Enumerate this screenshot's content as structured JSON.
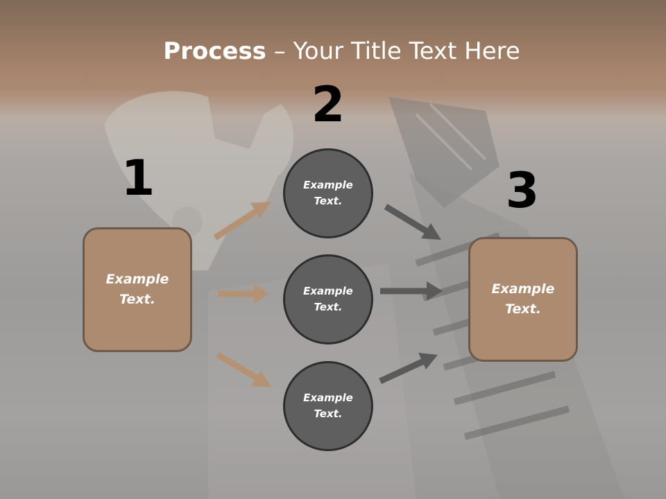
{
  "title": {
    "bold": "Process",
    "rest": " – Your Title Text Here"
  },
  "steps": [
    {
      "number": "1",
      "text": "Example Text."
    },
    {
      "number": "2",
      "text": ""
    },
    {
      "number": "3",
      "text": "Example Text."
    }
  ],
  "circles": [
    {
      "text": "Example Text."
    },
    {
      "text": "Example Text."
    },
    {
      "text": "Example Text."
    }
  ],
  "colors": {
    "title_band": "#a7836b",
    "box_fill": "#ac8b71",
    "box_border": "#6b5a4c",
    "circle_fill": "#5f5f5f",
    "circle_border": "#2d2d2d",
    "arrow_left": "#b59274",
    "arrow_right": "#5a5a5a"
  }
}
